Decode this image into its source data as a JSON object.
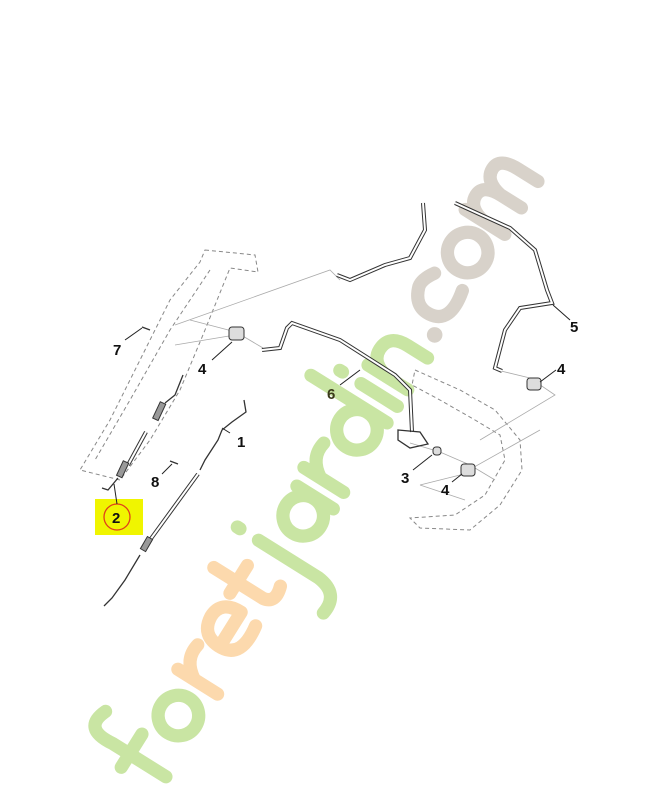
{
  "watermark": {
    "text": "foretjardin.com",
    "colors": {
      "fo": "#c9e5a3",
      "ret": "#fcd9ad",
      "jardin": "#c9e5a3",
      "dotcom": "#d8d2ca"
    }
  },
  "highlight": {
    "part": "2",
    "box_color": "#f0f500",
    "ring_color": "#e0401a"
  },
  "callouts": [
    {
      "id": "c1",
      "label": "1"
    },
    {
      "id": "c2",
      "label": "2"
    },
    {
      "id": "c3",
      "label": "3"
    },
    {
      "id": "c4a",
      "label": "4"
    },
    {
      "id": "c4b",
      "label": "4"
    },
    {
      "id": "c4c",
      "label": "4"
    },
    {
      "id": "c5",
      "label": "5"
    },
    {
      "id": "c6",
      "label": "6"
    },
    {
      "id": "c7",
      "label": "7"
    },
    {
      "id": "c8",
      "label": "8"
    }
  ]
}
